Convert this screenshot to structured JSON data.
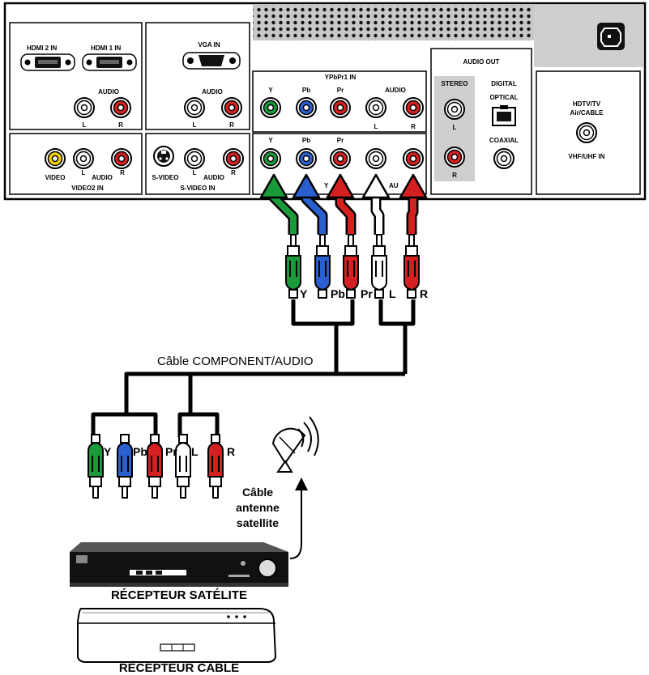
{
  "panel": {
    "hdmi2_label": "HDMI 2 IN",
    "hdmi1_label": "HDMI 1 IN",
    "hdmi_audio_label": "AUDIO",
    "vga_label": "VGA IN",
    "vga_audio_label": "AUDIO",
    "ypbpr1_label": "YPbPr1 IN",
    "ypbpr1_y": "Y",
    "ypbpr1_pb": "Pb",
    "ypbpr1_pr": "Pr",
    "ypbpr1_audio": "AUDIO",
    "ypbpr2_y": "Y",
    "ypbpr2_pb": "Pb",
    "ypbpr2_pr": "Pr",
    "ypbpr2_partial": "Y    2 IN",
    "ypbpr2_audio_partial": "AU",
    "l": "L",
    "r": "R",
    "video_label": "VIDEO",
    "video_audio_label": "AUDIO",
    "video2_label": "VIDEO2 IN",
    "svideo_label": "S-VIDEO",
    "svideo_audio_label": "AUDIO",
    "svideo_in_label": "S-VIDEO IN",
    "audio_out_label": "AUDIO OUT",
    "stereo_label": "STEREO",
    "digital_label": "DIGITAL",
    "optical_label": "OPTICAL",
    "coaxial_label": "COAXIAL",
    "hdtv_label": "HDTV/TV",
    "aircable_label": "Air/CABLE",
    "vhf_label": "VHF/UHF IN"
  },
  "plugs": {
    "top": [
      "Y",
      "Pb",
      "Pr",
      "L",
      "R"
    ],
    "bottom": [
      "Y",
      "Pb",
      "Pr",
      "L",
      "R"
    ]
  },
  "cable_label": "Câble COMPONENT/AUDIO",
  "antenna_label": [
    "Câble",
    "antenne",
    "satellite"
  ],
  "satellite_receiver_label": "RÉCEPTEUR SATÉLITE",
  "cable_receiver_label": "RÉCEPTEUR CÂBLE",
  "colors": {
    "green": "#1a9a3a",
    "blue": "#2a5fd0",
    "red": "#d42020",
    "white": "#ffffff",
    "yellow": "#f0d000"
  }
}
